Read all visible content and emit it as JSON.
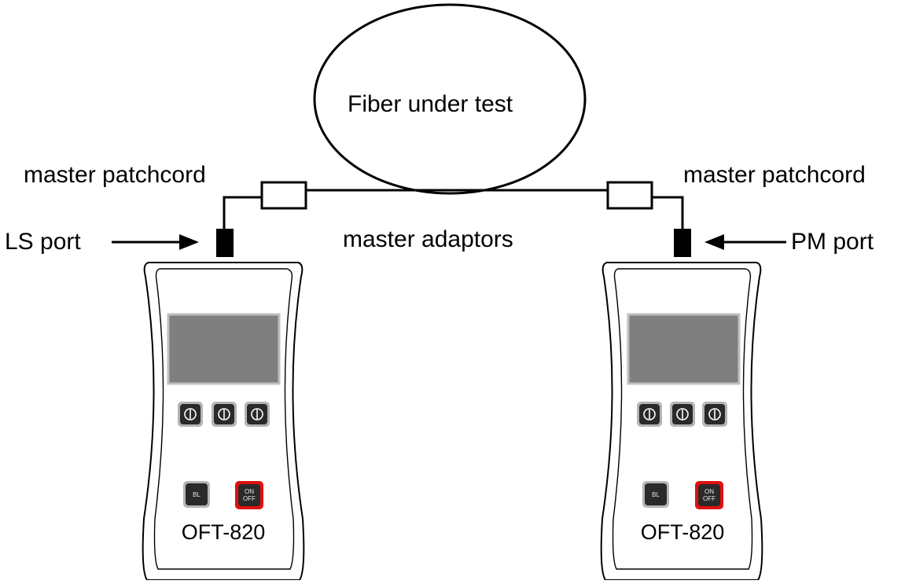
{
  "diagram": {
    "fiber_label": "Fiber under test",
    "left_patchcord_label": "master patchcord",
    "right_patchcord_label": "master patchcord",
    "adaptors_label": "master adaptors",
    "ls_port_label": "LS port",
    "pm_port_label": "PM port"
  },
  "devices": [
    {
      "model": "OFT-820",
      "bl_label": "BL",
      "power_on": "ON",
      "power_off": "OFF"
    },
    {
      "model": "OFT-820",
      "bl_label": "BL",
      "power_on": "ON",
      "power_off": "OFF"
    }
  ],
  "colors": {
    "screen": "#7f7f7f",
    "screen_border": "#bfbfbf",
    "button": "#2a2a2a",
    "button_ring": "#b5b5b5",
    "power_ring": "#e01010",
    "line": "#000000"
  }
}
